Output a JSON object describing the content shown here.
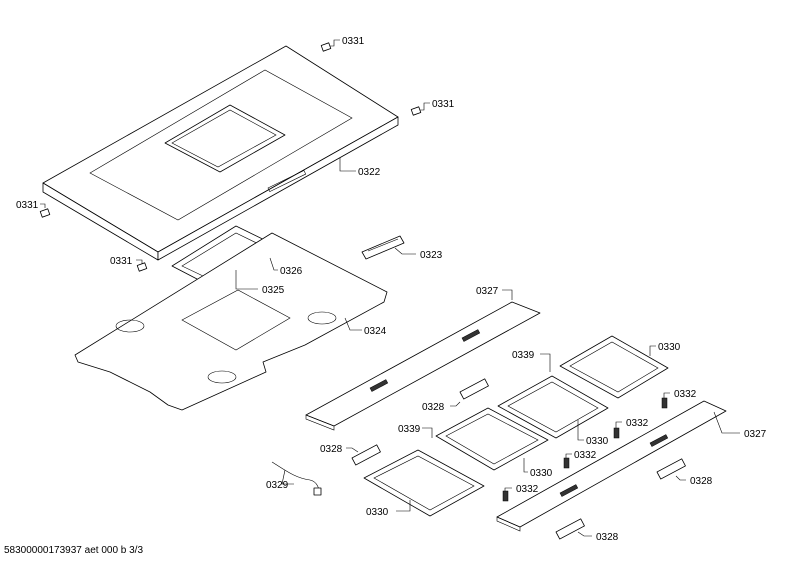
{
  "labels": {
    "l0331_top": "0331",
    "l0331_right": "0331",
    "l0331_left": "0331",
    "l0331_mid": "0331",
    "l0322": "0322",
    "l0323": "0323",
    "l0326": "0326",
    "l0325": "0325",
    "l0324": "0324",
    "l0327_top": "0327",
    "l0327_right": "0327",
    "l0339_top": "0339",
    "l0339_mid": "0339",
    "l0330_top": "0330",
    "l0330_mid1": "0330",
    "l0330_mid2": "0330",
    "l0330_bottom": "0330",
    "l0328_a": "0328",
    "l0328_b": "0328",
    "l0328_c": "0328",
    "l0328_d": "0328",
    "l0332_a": "0332",
    "l0332_b": "0332",
    "l0332_c": "0332",
    "l0332_d": "0332",
    "l0329": "0329"
  },
  "footer": "58300000173937 aet 000 b 3/3"
}
